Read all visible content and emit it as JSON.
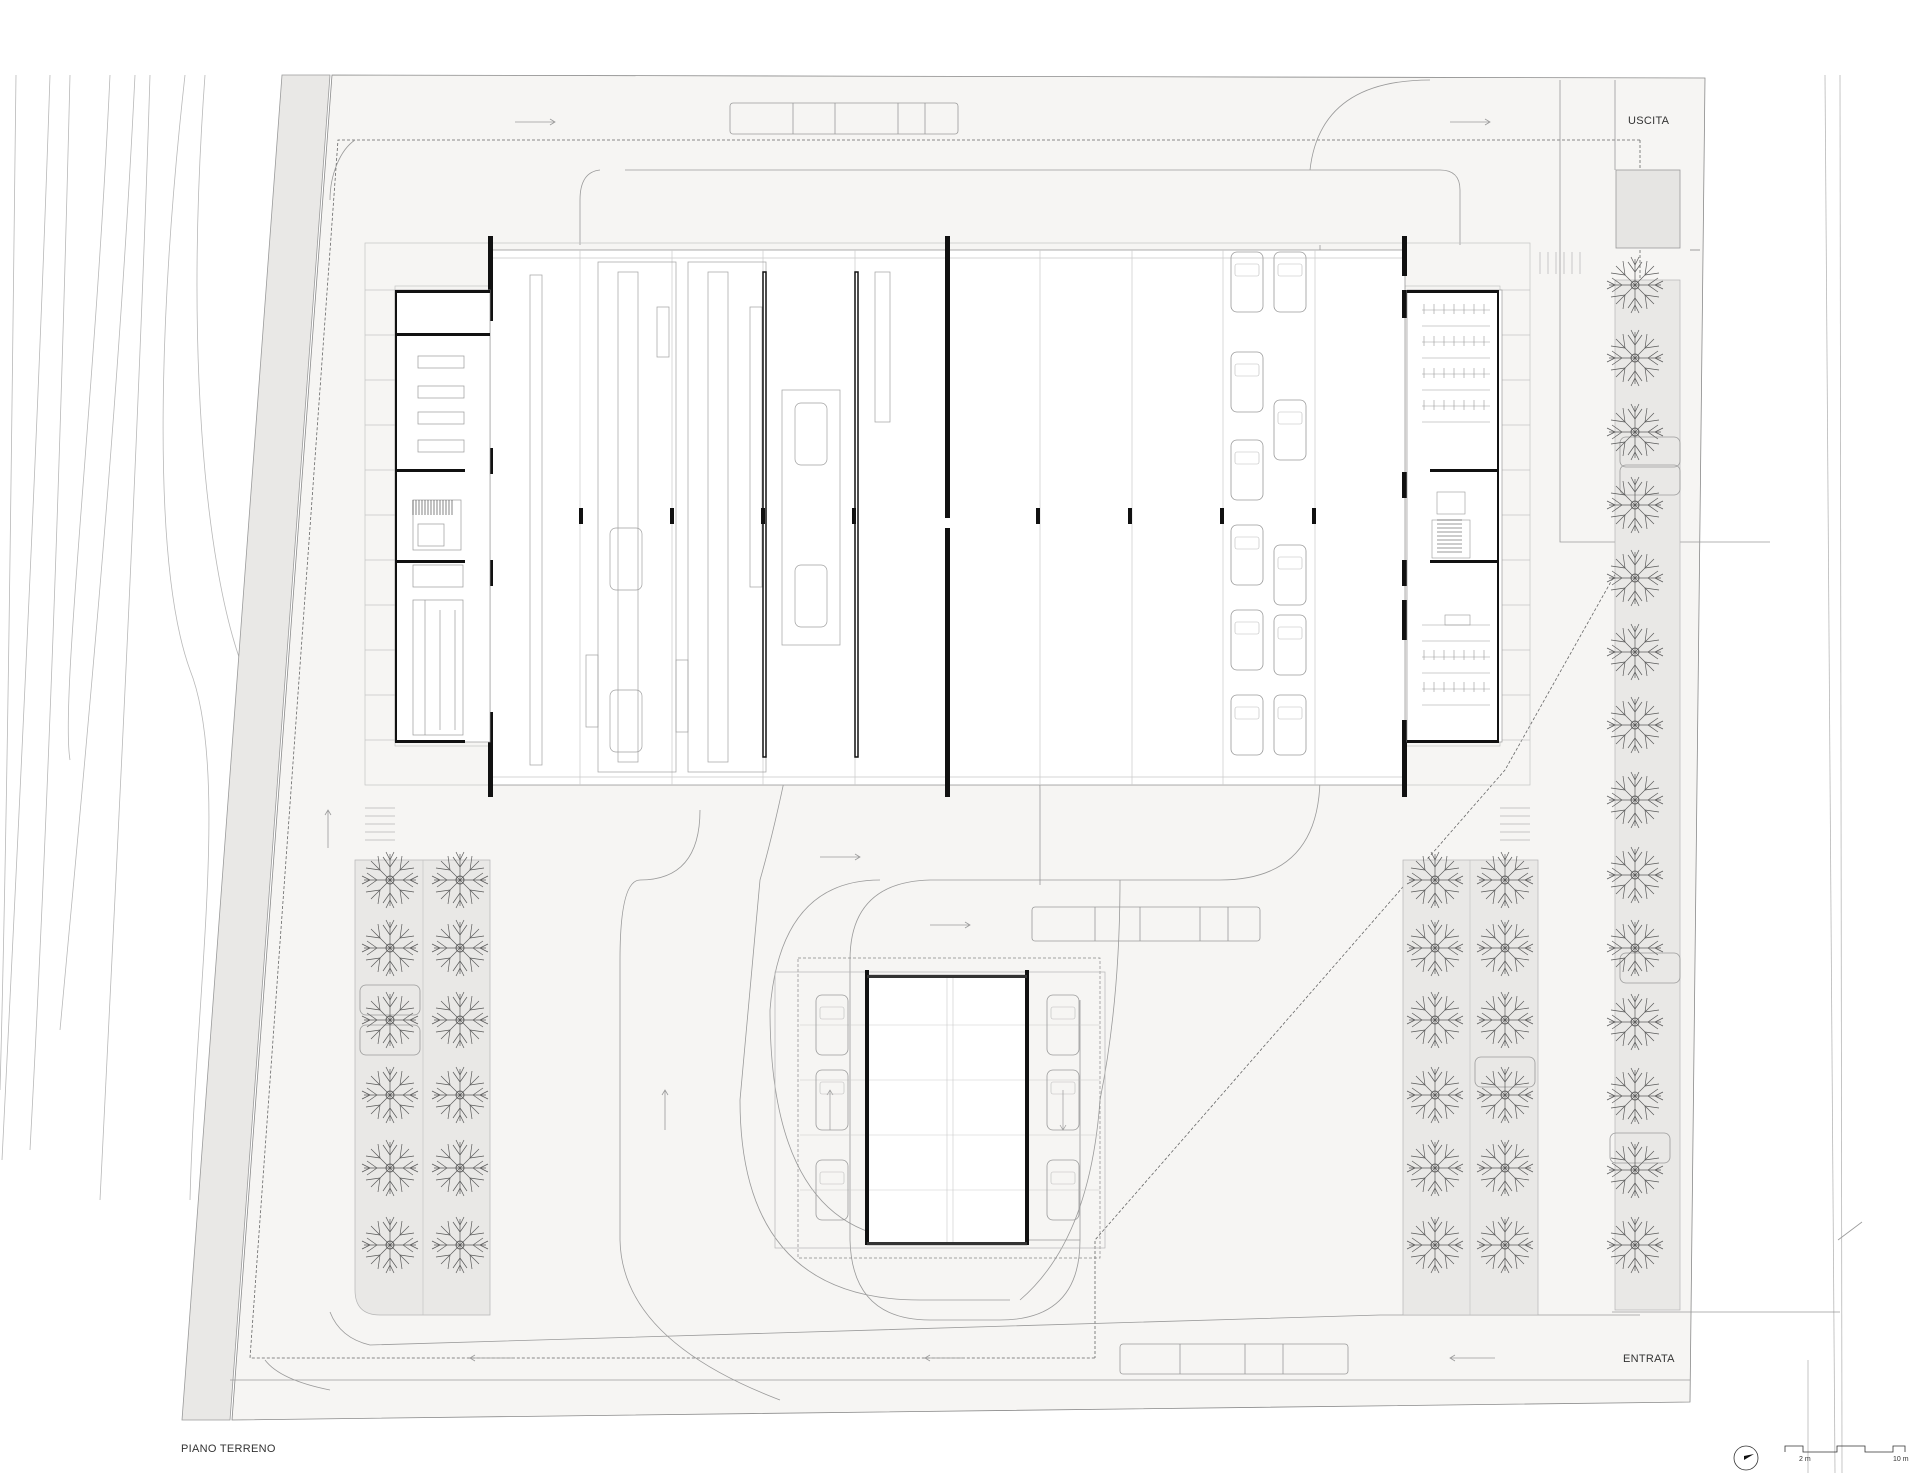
{
  "labels": {
    "title": "PIANO TERRENO",
    "exit": "USCITA",
    "entrance": "ENTRATA"
  },
  "scale_bar": {
    "tick_small": "2 m",
    "tick_large": "10 m"
  },
  "colors": {
    "site_fill": "#f6f5f3",
    "building_fill": "#ffffff",
    "wall": "#111111",
    "line": "#9a9a9a",
    "planting_fill": "#e9e8e6",
    "tree": "#555555"
  },
  "icons": [
    "north-arrow-icon",
    "tree-icon",
    "car-icon",
    "bus-icon",
    "arrow-icon",
    "stair-icon"
  ]
}
